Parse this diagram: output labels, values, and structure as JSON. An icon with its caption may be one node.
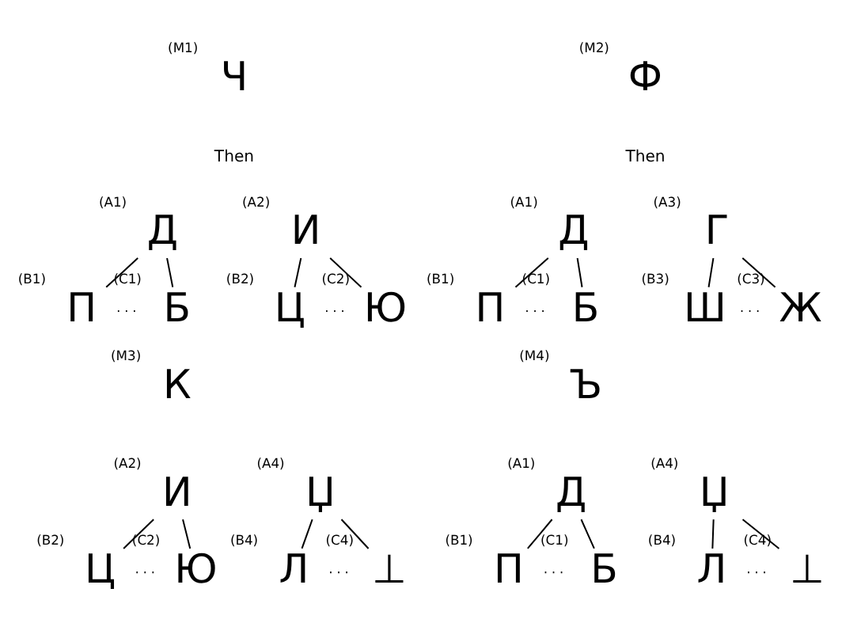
{
  "diagram": {
    "nodes": [
      {
        "text": [
          "Ч"
        ],
        "beside": [
          "(M1)"
        ]
      },
      {
        "text": [
          "Д"
        ],
        "beside": [
          "(A1)"
        ]
      },
      {
        "text": [
          "И"
        ],
        "beside": [
          "(A2)"
        ]
      },
      {
        "text": [
          "П"
        ],
        "beside": [
          "(B1)"
        ]
      },
      {
        "text": [
          "Б"
        ],
        "beside": [
          "(C1)"
        ]
      },
      {
        "text": [
          "Ц"
        ],
        "beside": [
          "(B2)"
        ]
      },
      {
        "text": [
          "Ю"
        ],
        "beside": [
          "(C2)"
        ]
      },
      {
        "text": [
          "Ф"
        ],
        "beside": [
          "(M2)"
        ]
      },
      {
        "text": [
          "Д"
        ],
        "beside": [
          "(A1)"
        ]
      },
      {
        "text": [
          "Г"
        ],
        "beside": [
          "(A3)"
        ]
      },
      {
        "text": [
          "П"
        ],
        "beside": [
          "(B1)"
        ]
      },
      {
        "text": [
          "Б"
        ],
        "beside": [
          "(C1)"
        ]
      },
      {
        "text": [
          "Ш"
        ],
        "beside": [
          "(B3)"
        ]
      },
      {
        "text": [
          "Ж"
        ],
        "beside": [
          "(C3)"
        ]
      },
      {
        "text": [
          "К"
        ],
        "beside": [
          "(M3)"
        ]
      },
      {
        "text": [
          "И"
        ],
        "beside": [
          "(A2)"
        ]
      },
      {
        "text": [
          "Џ"
        ],
        "beside": [
          "(A4)"
        ]
      },
      {
        "text": [
          "Ц"
        ],
        "beside": [
          "(B2)"
        ]
      },
      {
        "text": [
          "Ю"
        ],
        "beside": [
          "(C2)"
        ]
      },
      {
        "text": [
          "Л"
        ],
        "beside": [
          "(B4)"
        ]
      },
      {
        "text": [
          "⊥"
        ],
        "beside": [
          "(C4)"
        ]
      },
      {
        "text": [
          "Ъ"
        ],
        "beside": [
          "(M4)"
        ]
      },
      {
        "text": [
          "Д"
        ],
        "beside": [
          "(A1)"
        ]
      },
      {
        "text": [
          "Џ"
        ],
        "beside": [
          "(A4)"
        ]
      },
      {
        "text": [
          "П"
        ],
        "beside": [
          "(B1)"
        ]
      },
      {
        "text": [
          "Б"
        ],
        "beside": [
          "(C1)"
        ]
      },
      {
        "text": [
          "Л"
        ],
        "beside": [
          "(B4)"
        ]
      },
      {
        "text": [
          "⊥"
        ],
        "beside": [
          "(C4)"
        ]
      }
    ],
    "edges": [
      {
        "from": 1,
        "to": 3,
        "arrow": "none"
      },
      {
        "from": 1,
        "to": 4,
        "arrow": "none"
      },
      {
        "from": 2,
        "to": 5,
        "arrow": "none"
      },
      {
        "from": 2,
        "to": 6,
        "arrow": "none"
      },
      {
        "from": 3,
        "to": 4,
        "arrow": "none",
        "style": "dashed"
      },
      {
        "from": 5,
        "to": 6,
        "arrow": "none",
        "style": "dashed"
      },
      {
        "from": 8,
        "to": 10,
        "arrow": "none"
      },
      {
        "from": 8,
        "to": 11,
        "arrow": "none"
      },
      {
        "from": 9,
        "to": 12,
        "arrow": "none"
      },
      {
        "from": 9,
        "to": 13,
        "arrow": "none"
      },
      {
        "from": 10,
        "to": 11,
        "arrow": "none",
        "style": "dashed"
      },
      {
        "from": 12,
        "to": 13,
        "arrow": "none",
        "style": "dashed"
      },
      {
        "from": 15,
        "to": 17,
        "arrow": "none"
      },
      {
        "from": 15,
        "to": 18,
        "arrow": "none"
      },
      {
        "from": 16,
        "to": 19,
        "arrow": "none"
      },
      {
        "from": 16,
        "to": 20,
        "arrow": "none"
      },
      {
        "from": 17,
        "to": 18,
        "arrow": "none",
        "style": "dashed"
      },
      {
        "from": 19,
        "to": 20,
        "arrow": "none",
        "style": "dashed"
      },
      {
        "from": 22,
        "to": 24,
        "arrow": "none"
      },
      {
        "from": 22,
        "to": 25,
        "arrow": "none"
      },
      {
        "from": 23,
        "to": 26,
        "arrow": "none"
      },
      {
        "from": 23,
        "to": 27,
        "arrow": "none"
      },
      {
        "from": 24,
        "to": 25,
        "arrow": "none",
        "style": "dashed"
      },
      {
        "from": 26,
        "to": 27,
        "arrow": "none",
        "style": "dashed"
      }
    ],
    "labels": [
      "Then",
      "Then"
    ]
  }
}
